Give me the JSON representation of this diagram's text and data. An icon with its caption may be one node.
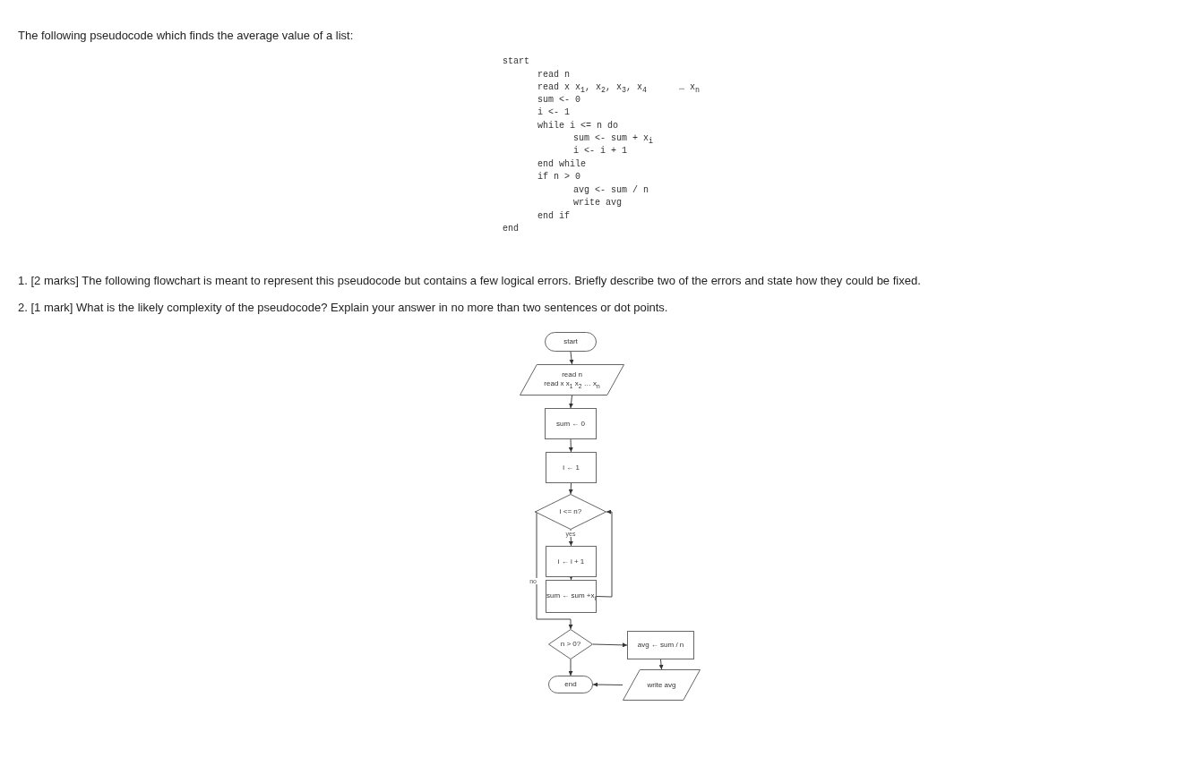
{
  "diagram": {
    "nodes": [
      {
        "text": [
          "start"
        ]
      },
      {
        "text": [
          "read n",
          "read x x$_{1}$ x$_{2}$ … x$_{n}$"
        ]
      },
      {
        "text": [
          "sum ← 0"
        ]
      },
      {
        "text": [
          "i ← 1"
        ]
      },
      {
        "text": [
          "i <= n?"
        ]
      },
      {
        "text": [
          "i ← i + 1"
        ]
      },
      {
        "text": [
          "sum ← sum +x$_{i}$"
        ]
      },
      {
        "text": [
          "n > 0?"
        ]
      },
      {
        "text": [
          "avg ← sum / n"
        ]
      },
      {
        "text": [
          "write avg"
        ]
      },
      {
        "text": [
          "end"
        ]
      }
    ],
    "edges": [
      {
        "from": 0,
        "to": 1,
        "arrow": "to"
      },
      {
        "from": 1,
        "to": 2,
        "arrow": "to"
      },
      {
        "from": 2,
        "to": 3,
        "arrow": "to"
      },
      {
        "from": 3,
        "to": 4,
        "arrow": "to"
      },
      {
        "from": 4,
        "to": 5,
        "arrow": "to",
        "label": "yes"
      },
      {
        "from": 5,
        "to": 6,
        "arrow": "to"
      },
      {
        "from": 6,
        "to": 4,
        "arrow": "to"
      },
      {
        "from": 4,
        "to": 7,
        "arrow": "to",
        "label": "no"
      },
      {
        "from": 7,
        "to": 8,
        "arrow": "to"
      },
      {
        "from": 8,
        "to": 9,
        "arrow": "to"
      },
      {
        "from": 9,
        "to": 10,
        "arrow": "to"
      },
      {
        "from": 7,
        "to": 10,
        "arrow": "to"
      }
    ],
    "labels": [
      "The following pseudocode which finds the average value of a list:",
      "start",
      "read n",
      "read x x$_{1}$, x$_{2}$, x$_{3}$, x$_{4}$",
      "… x$_{n}$",
      "sum <- 0",
      "i <- 1",
      "while i <= n do",
      "sum <- sum + x$_{i}$",
      "i <- i + 1",
      "end while",
      "if n > 0",
      "avg <- sum / n",
      "write avg",
      "end if",
      "end",
      "1. [2 marks] The following flowchart is meant to represent this pseudocode but contains a few logical errors. Briefly describe two of the errors  and state how they could be fixed.",
      "2.  [1 mark] What is the likely complexity of the pseudocode? Explain your answer in no more than two sentences or dot points."
    ]
  }
}
